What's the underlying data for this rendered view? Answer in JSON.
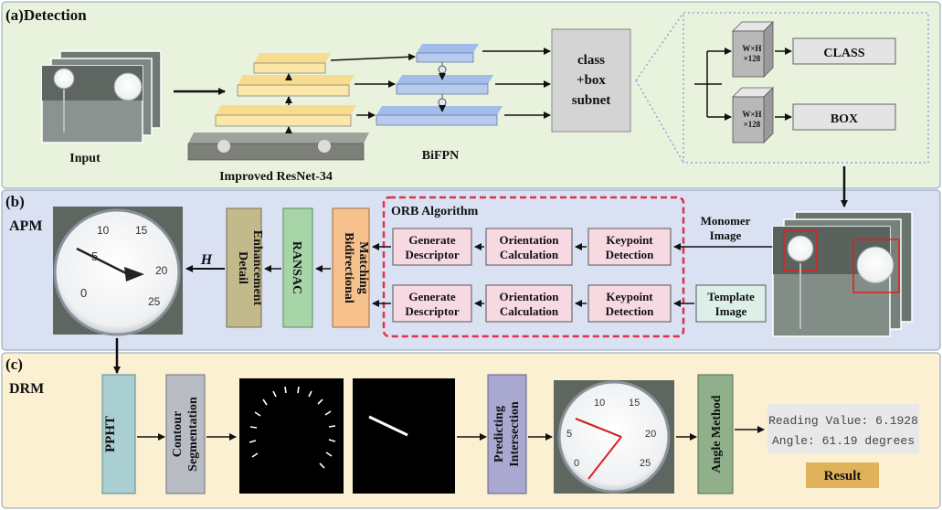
{
  "sections": {
    "detection": "(a)Detection",
    "apm_tag": "(b)",
    "apm": "APM",
    "drm_tag": "(c)",
    "drm": "DRM"
  },
  "detection": {
    "input_label": "Input",
    "backbone_label": "Improved ResNet-34",
    "bifpn_label": "BiFPN",
    "subnet_lines": [
      "class",
      "+box",
      "subnet"
    ],
    "feat_lines": [
      "W×H",
      "×128"
    ],
    "class_label": "CLASS",
    "box_label": "BOX"
  },
  "apm": {
    "orb_title": "ORB Algorithm",
    "generate": [
      "Generate",
      "Descriptor"
    ],
    "orientation": [
      "Orientation",
      "Calculation"
    ],
    "keypoint": [
      "Keypoint",
      "Detection"
    ],
    "monomer": [
      "Monomer",
      "Image"
    ],
    "template": [
      "Template",
      "Image"
    ],
    "bidirectional": [
      "Bidirectional",
      "Matching"
    ],
    "ransac": "RANSAC",
    "detail": [
      "Detail",
      "Enhancement"
    ],
    "h_label": "H"
  },
  "drm": {
    "ppht": "PPHT",
    "contour": [
      "Contour",
      "Segmentation"
    ],
    "predicting": [
      "Predicting",
      "Intersection"
    ],
    "angle_method": "Angle Method",
    "reading": "Reading Value: 6.1928",
    "angle": "Angle: 61.19 degrees",
    "result": "Result"
  },
  "colors": {
    "detection_bg": "#e9f2dc",
    "apm_bg": "#d9e1f2",
    "drm_bg": "#fbf0d2",
    "backbone": "#fbe7a8",
    "bifpn": "#b7cbef",
    "orb_box": "#f7d9e1",
    "orb_border": "#e0304a",
    "bidirectional": "#f6c18d",
    "ransac": "#a8d5a8",
    "detail": "#c3b98a",
    "ppht": "#a9cfd3",
    "contour": "#b8bcc4",
    "predicting": "#a8a8d0",
    "angle_method": "#8fb08a",
    "result": "#e0b25a"
  }
}
